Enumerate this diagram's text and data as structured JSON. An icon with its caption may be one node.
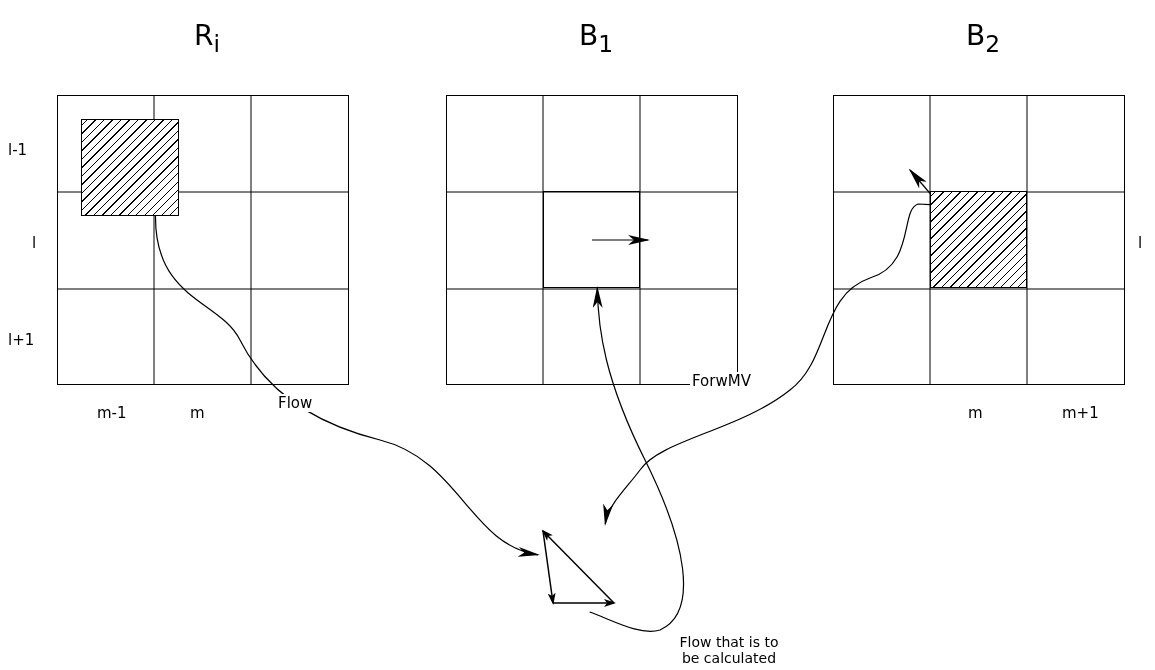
{
  "diagram": {
    "nodes": [
      {
        "text": [
          "R$_{i}$"
        ]
      },
      {
        "text": [],
        "shape": "box",
        "in": 0
      },
      {
        "text": [
          "B$_{1}$"
        ]
      },
      {
        "text": [],
        "shape": "box",
        "in": 2
      },
      {
        "text": [
          "B$_{2}$"
        ]
      },
      {
        "text": [],
        "shape": "box",
        "in": 4
      },
      {
        "text": [],
        "shape": "picture"
      }
    ],
    "edges": [
      {
        "from": 1,
        "to": 6,
        "arrow": "to",
        "label": "Flow"
      },
      {
        "from": 5,
        "to": 6,
        "arrow": "to",
        "label": "ForwMV"
      },
      {
        "from": 6,
        "to": 3,
        "arrow": "to",
        "label": "Flow that is to be calculated"
      }
    ],
    "labels": [
      "l-1",
      "l",
      "l",
      "l+1",
      "m-1",
      "m",
      "m",
      "m+1"
    ]
  }
}
